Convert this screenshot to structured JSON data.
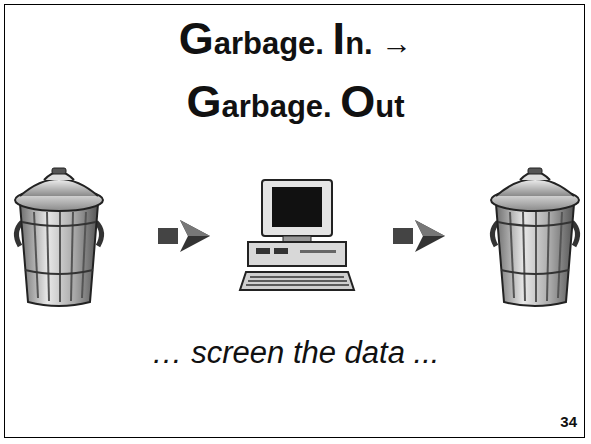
{
  "diagram": {
    "title": "Garbage. In. → Garbage. Out",
    "caption": "… screen the data ...",
    "labels": [
      "34"
    ]
  }
}
